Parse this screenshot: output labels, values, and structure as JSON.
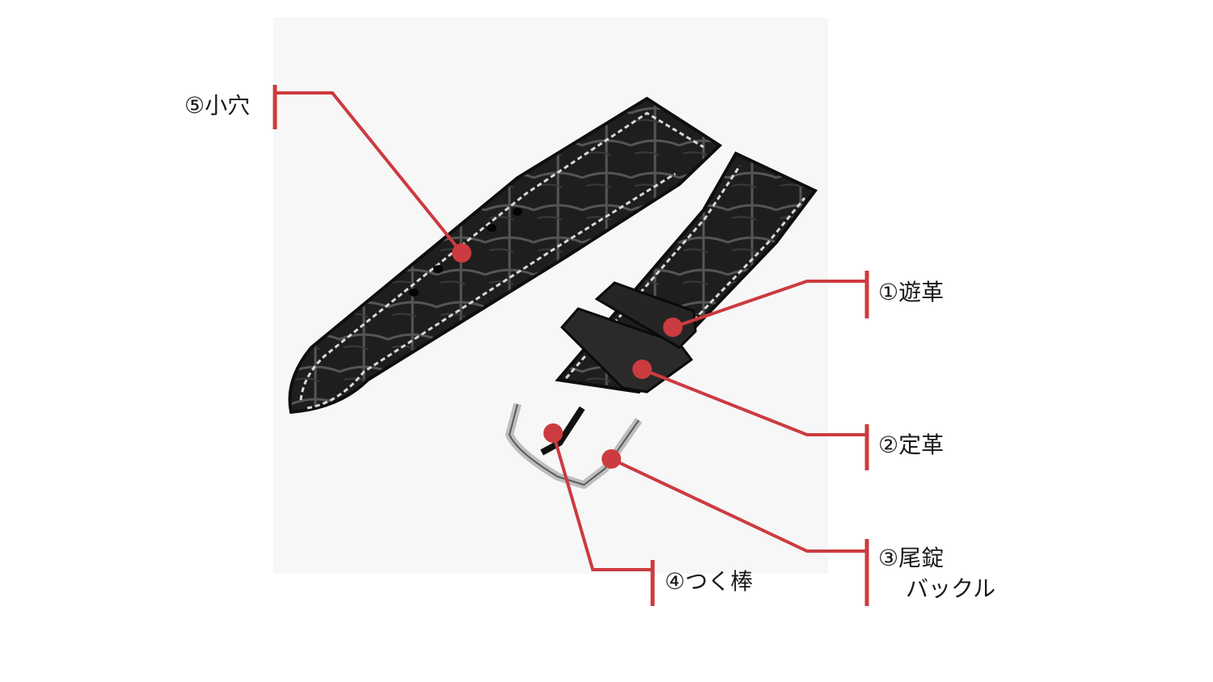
{
  "colors": {
    "callout": "#cc3b3f",
    "strap": "#1c1c1c",
    "stitch": "#d8d8d8",
    "buckle": "#b9b9b9",
    "photo_bg": "#f7f7f7"
  },
  "labels": {
    "part1": "①遊革",
    "part2": "②定革",
    "part3": "③尾錠",
    "part3_sub": "バックル",
    "part4": "④つく棒",
    "part5": "⑤小穴"
  }
}
